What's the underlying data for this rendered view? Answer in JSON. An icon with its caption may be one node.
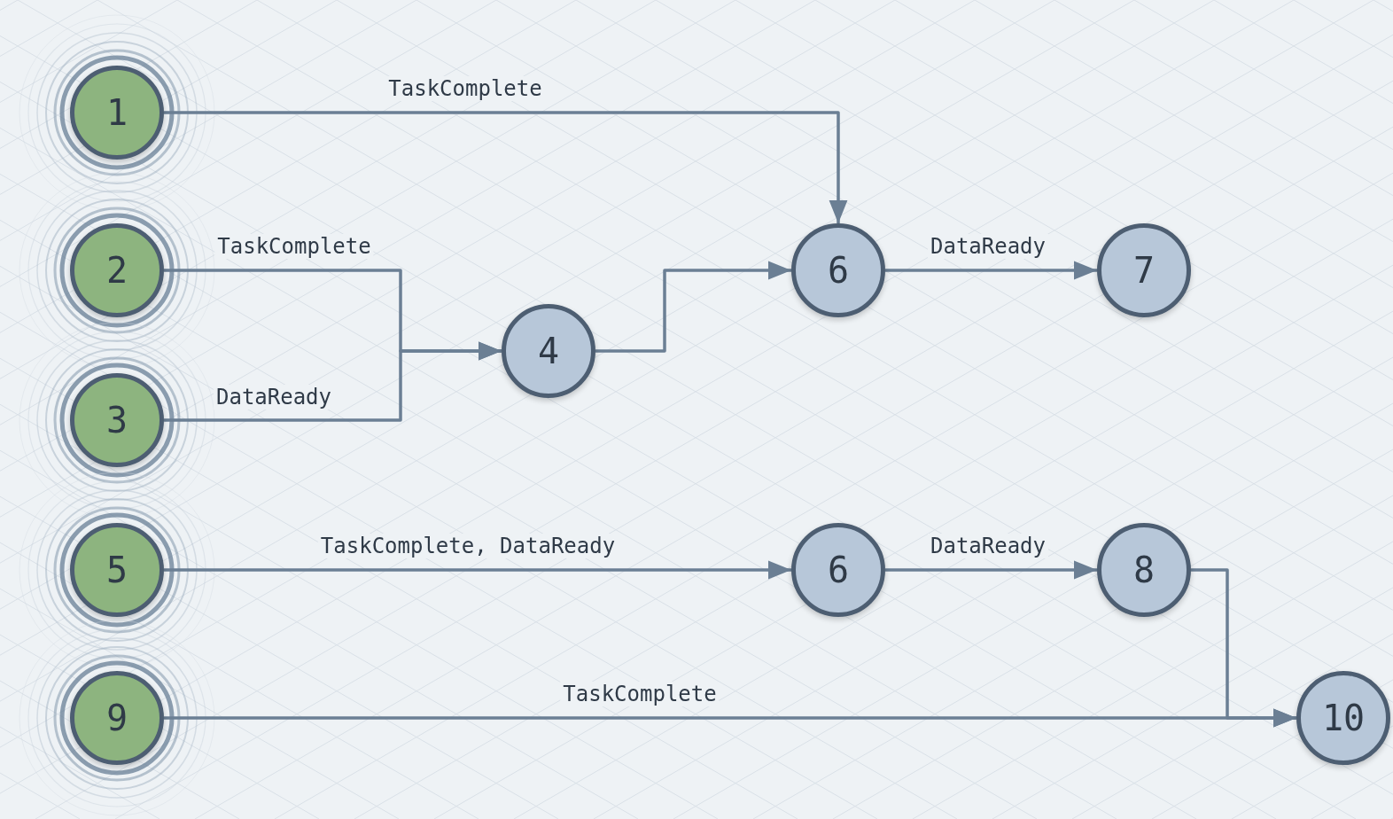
{
  "diagram": {
    "nodes": [
      {
        "text": [
          "1"
        ]
      },
      {
        "text": [
          "2"
        ]
      },
      {
        "text": [
          "3"
        ]
      },
      {
        "text": [
          "4"
        ]
      },
      {
        "text": [
          "6"
        ]
      },
      {
        "text": [
          "7"
        ]
      },
      {
        "text": [
          "5"
        ]
      },
      {
        "text": [
          "6"
        ]
      },
      {
        "text": [
          "8"
        ]
      },
      {
        "text": [
          "9"
        ]
      },
      {
        "text": [
          "10"
        ]
      }
    ],
    "edges": [
      {
        "from": 0,
        "to": 4,
        "arrow": "to",
        "label": "TaskComplete"
      },
      {
        "from": 1,
        "to": 3,
        "arrow": "to",
        "label": "TaskComplete"
      },
      {
        "from": 2,
        "to": 3,
        "arrow": "to",
        "label": "DataReady"
      },
      {
        "from": 3,
        "to": 4,
        "arrow": "to"
      },
      {
        "from": 4,
        "to": 5,
        "arrow": "to",
        "label": "DataReady"
      },
      {
        "from": 6,
        "to": 7,
        "arrow": "to",
        "label": "TaskComplete, DataReady"
      },
      {
        "from": 7,
        "to": 8,
        "arrow": "to",
        "label": "DataReady"
      },
      {
        "from": 8,
        "to": 10,
        "arrow": "to"
      },
      {
        "from": 9,
        "to": 10,
        "arrow": "to",
        "label": "TaskComplete"
      }
    ]
  }
}
